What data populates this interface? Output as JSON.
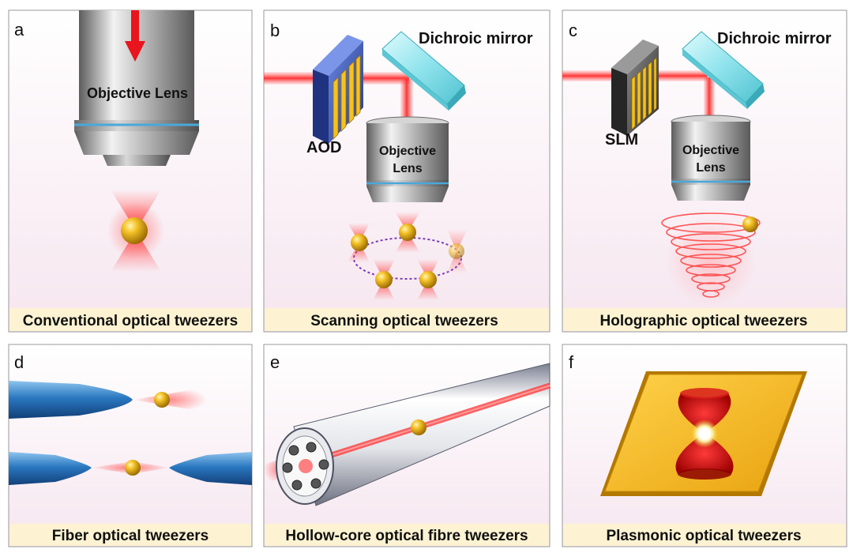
{
  "panels": {
    "a": {
      "letter": "a",
      "caption": "Conventional optical tweezers",
      "lens_label": "Objective Lens"
    },
    "b": {
      "letter": "b",
      "caption": "Scanning optical tweezers",
      "mirror_label": "Dichroic mirror",
      "deflector_label": "AOD",
      "lens_line1": "Objective",
      "lens_line2": "Lens"
    },
    "c": {
      "letter": "c",
      "caption": "Holographic optical tweezers",
      "mirror_label": "Dichroic mirror",
      "modulator_label": "SLM",
      "lens_line1": "Objective",
      "lens_line2": "Lens"
    },
    "d": {
      "letter": "d",
      "caption": "Fiber optical tweezers"
    },
    "e": {
      "letter": "e",
      "caption": "Hollow-core optical fibre tweezers"
    },
    "f": {
      "letter": "f",
      "caption": "Plasmonic optical tweezers"
    }
  },
  "colors": {
    "laser": "#e8141e",
    "beam": "#ff8a8a",
    "particle": "#f2b21a",
    "fiber": "#2a78c0",
    "caption_bar": "#fdf3d2",
    "panel_border": "#9a9a9a",
    "gold_plate": "#f5b81c",
    "aod_body": "#3a55b0",
    "mirror": "#8fe3ec"
  }
}
